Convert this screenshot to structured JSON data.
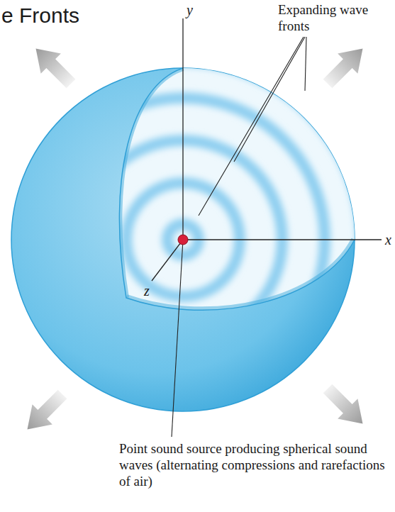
{
  "diagram": {
    "title": "e Fronts",
    "labels": [
      "y",
      "Expanding wave fronts",
      "x",
      "z",
      "Point sound source producing spherical sound waves (alternating compressions and rarefactions of air)"
    ]
  }
}
